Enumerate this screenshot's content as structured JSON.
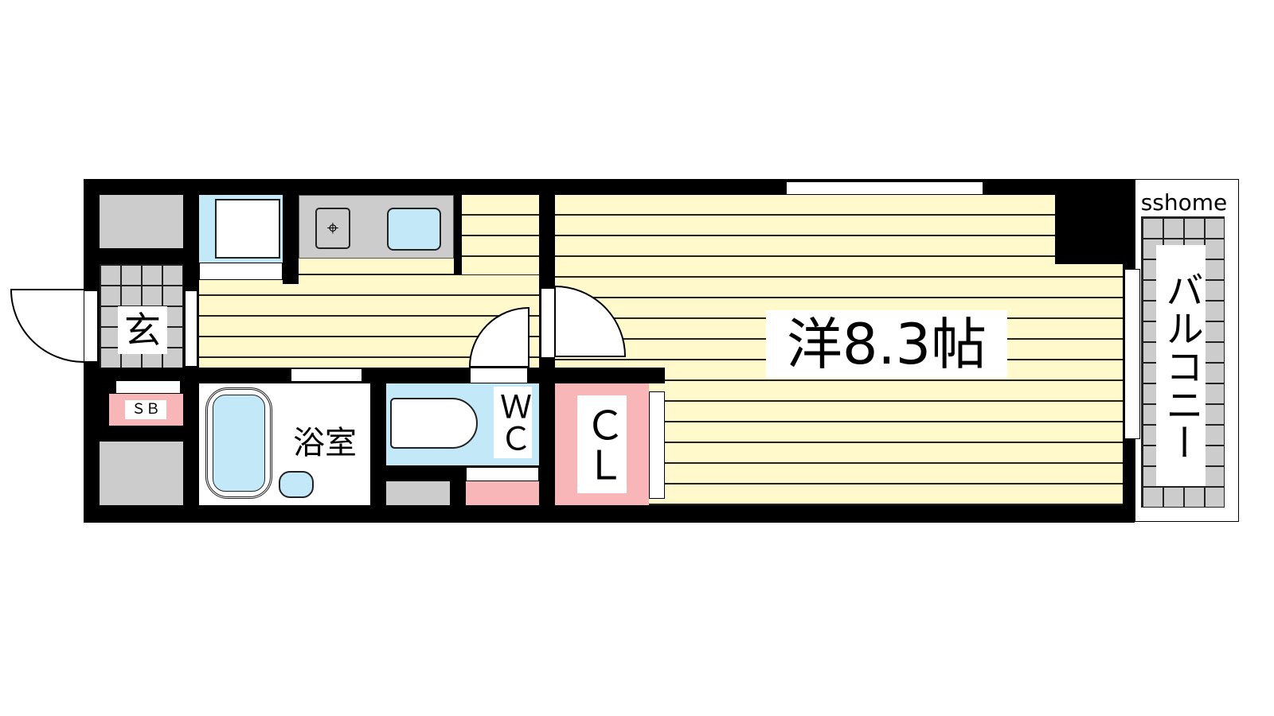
{
  "rooms": {
    "western_room": "洋8.3帖",
    "entrance": "玄",
    "shoe_box": "ＳＢ",
    "bathroom": "浴室",
    "toilet": "ＷＣ",
    "closet": "ＣＬ",
    "balcony": "バルコニー"
  },
  "watermark": "sshome",
  "colors": {
    "floor": "#fff9cc",
    "water": "#c3e8f8",
    "storage": "#f8b6b8",
    "wall": "#000000"
  }
}
